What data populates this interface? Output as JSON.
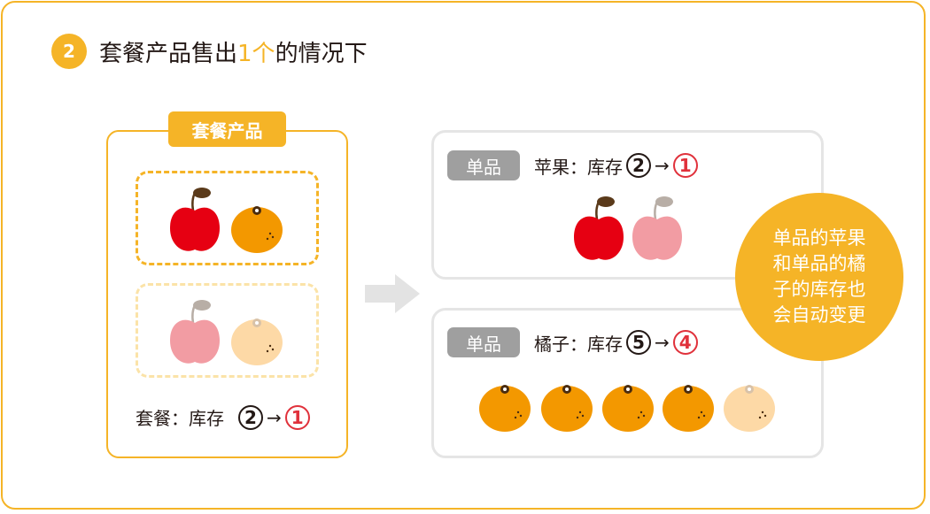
{
  "step_number": "2",
  "title": {
    "pre": "套餐产品售出",
    "highlight": "1个",
    "post": "的情况下"
  },
  "set_product": {
    "label": "套餐产品",
    "caption": "套餐：库存",
    "stock_from": "2",
    "stock_to": "1"
  },
  "apple_item": {
    "tag": "单品",
    "label": "苹果：库存",
    "stock_from": "2",
    "stock_to": "1"
  },
  "orange_item": {
    "tag": "单品",
    "label": "橘子：库存",
    "stock_from": "5",
    "stock_to": "4"
  },
  "bubble_lines": [
    "单品的苹果",
    "和单品的橘",
    "子的库存也",
    "会自动变更"
  ],
  "arrow_symbol": "→",
  "colors": {
    "accent": "#f5b427",
    "apple": "#e60012",
    "apple_faded": "#f29ca3",
    "orange": "#f39800",
    "orange_faded": "#fdd9a6"
  }
}
